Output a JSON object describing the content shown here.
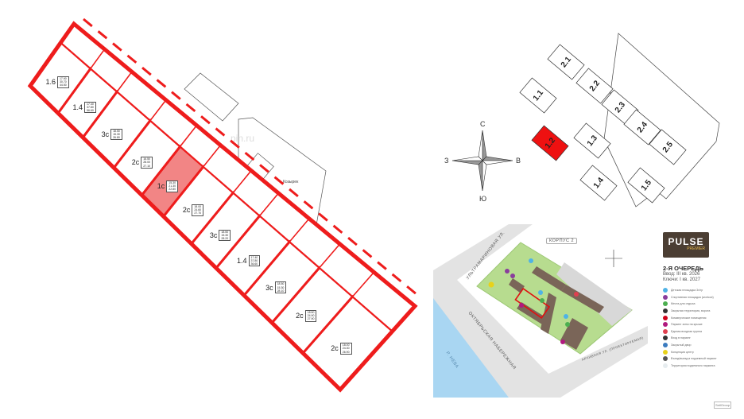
{
  "floor_plan": {
    "units": [
      {
        "type": "1.6",
        "areas": [
          "17.90",
          "30.70",
          "44.50"
        ]
      },
      {
        "type": "1.4",
        "areas": [
          "17.40",
          "37.80",
          "56.60"
        ]
      },
      {
        "type": "3c",
        "areas": [
          "18.50",
          "15.30",
          "26.80"
        ]
      },
      {
        "type": "2c",
        "areas": [
          "16.50",
          "28.00",
          "27.10"
        ]
      },
      {
        "type": "1c",
        "areas": [
          "15.30",
          "21.30",
          "22.80"
        ],
        "highlighted": true
      },
      {
        "type": "2c",
        "areas": [
          "18.00",
          "24.60",
          "27.70"
        ]
      },
      {
        "type": "3c",
        "areas": [
          "18.50",
          "15.30",
          "28.20"
        ]
      },
      {
        "type": "1.4",
        "areas": [
          "17.40",
          "37.80",
          "36.60"
        ]
      },
      {
        "type": "3c",
        "areas": [
          "18.50",
          "15.30",
          "28.10"
        ]
      },
      {
        "type": "2c",
        "areas": [
          "18.50",
          "24.90",
          "27.90"
        ]
      },
      {
        "type": "2c",
        "areas": [
          "18.00",
          "24.30",
          "26.90"
        ]
      }
    ],
    "canopy_label": "Козырек",
    "highlight_color": "#f07070",
    "wall_color": "#ee1c1c",
    "watermark": "pin.ru"
  },
  "key_plan": {
    "sections": [
      "2.1",
      "2.2",
      "2.3",
      "2.4",
      "2.5",
      "1.1",
      "1.2",
      "1.3",
      "1.4",
      "1.5"
    ],
    "selected": "1.2",
    "selected_color": "#ee1111",
    "compass": {
      "north": "С",
      "west": "З",
      "east": "В",
      "south": "Ю"
    }
  },
  "site_map": {
    "building_label": "КОРПУС 2",
    "streets": [
      "УЛЬТРАМАРИНОВАЯ УЛ.",
      "ОКТЯБРЬСКАЯ НАБЕРЕЖНАЯ",
      "АРХИВНАЯ УЛ. (ПРОЕКТИРУЕМАЯ)"
    ],
    "river": "Р. НЕВА",
    "river_color": "#a9d6f2",
    "green_color": "#b7dc8f",
    "building_color": "#7a6558"
  },
  "legend": {
    "logo_main": "PULSE",
    "logo_sub": "PREMIER",
    "stage": "2-Я ОЧЕРЕДЬ",
    "delivery": "Ввод: III кв. 2026",
    "keys": "Ключи: I кв. 2027",
    "items": [
      {
        "label": "Детская площадка 3x/гр",
        "color": "#4fb3e6"
      },
      {
        "label": "Спортивная площадка (workout)",
        "color": "#8a3d9c"
      },
      {
        "label": "Места для отдыха",
        "color": "#4caf50"
      },
      {
        "label": "Закрытая территория, ворота",
        "color": "#333333"
      },
      {
        "label": "Коммерческие помещения",
        "color": "#d0021b"
      },
      {
        "label": "Паркинг зоны на крыше",
        "color": "#b0197e"
      },
      {
        "label": "Единая входная группа",
        "color": "#e04050"
      },
      {
        "label": "Вход в паркинг",
        "color": "#333333"
      },
      {
        "label": "Закрытый двор",
        "color": "#3b7bbf"
      },
      {
        "label": "Концепция центр",
        "color": "#e8d21a"
      },
      {
        "label": "Въезд/выезд в подземный паркинг",
        "color": "#555555"
      },
      {
        "label": "Территория подземного паркинга",
        "color": "#e6ecef"
      }
    ]
  },
  "developer_logo": "SetlGroup"
}
